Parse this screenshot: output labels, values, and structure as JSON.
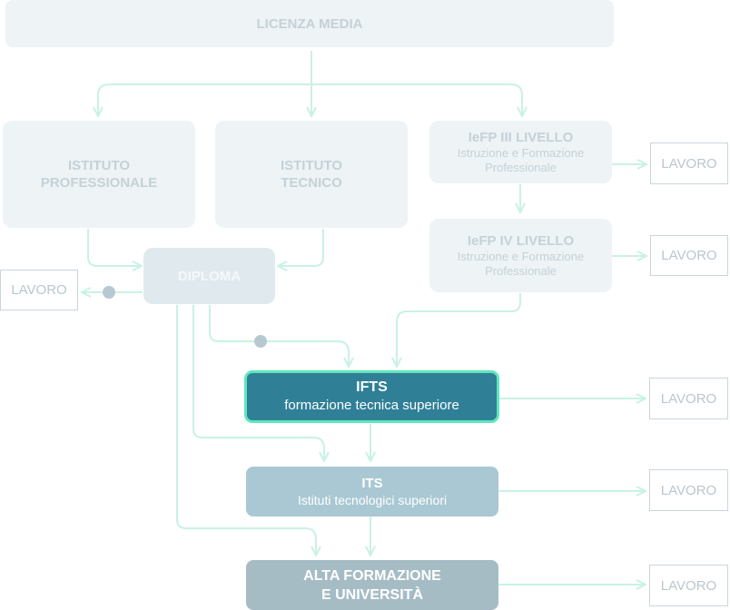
{
  "nodes": {
    "licenza": "LICENZA MEDIA",
    "ist_prof": [
      "ISTITUTO",
      "PROFESSIONALE"
    ],
    "ist_tec": [
      "ISTITUTO",
      "TECNICO"
    ],
    "iefp3": {
      "title": "IeFP III LIVELLO",
      "sub": [
        "Istruzione e Formazione",
        "Professionale"
      ]
    },
    "iefp4": {
      "title": "IeFP IV LIVELLO",
      "sub": [
        "Istruzione e Formazione",
        "Professionale"
      ]
    },
    "diploma": "DIPLOMA",
    "ifts": {
      "title": "IFTS",
      "sub": "formazione tecnica superiore"
    },
    "its": {
      "title": "ITS",
      "sub": "Istituti tecnologici superiori"
    },
    "alta": [
      "ALTA FORMAZIONE",
      "E UNIVERSITÀ"
    ]
  },
  "lavoro_label": "LAVORO",
  "colors": {
    "arrow": "#c9f2e3",
    "ifts_fill": "#2f7f97",
    "ifts_border": "#5fe6bd",
    "faint_fill": "#eef3f5"
  }
}
